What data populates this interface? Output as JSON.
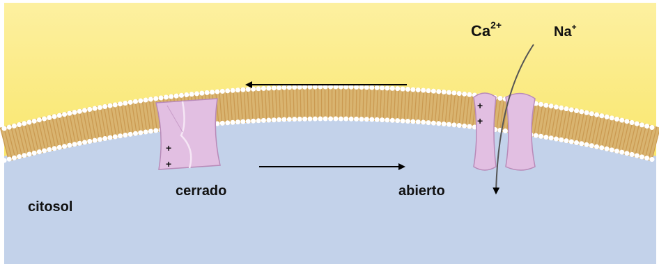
{
  "labels": {
    "ca": "Ca",
    "ca_charge": "2+",
    "na": "Na",
    "na_charge": "+",
    "closed": "cerrado",
    "open": "abierto",
    "cytosol": "citosol",
    "charge": "+"
  },
  "colors": {
    "extracellular": "#f8e44c",
    "cytosol": "#c3d2ea",
    "lipid_head": "#ffffff",
    "lipid_tail": "#d9b470",
    "channel": "#e2bfe2",
    "arrow": "#000000"
  }
}
